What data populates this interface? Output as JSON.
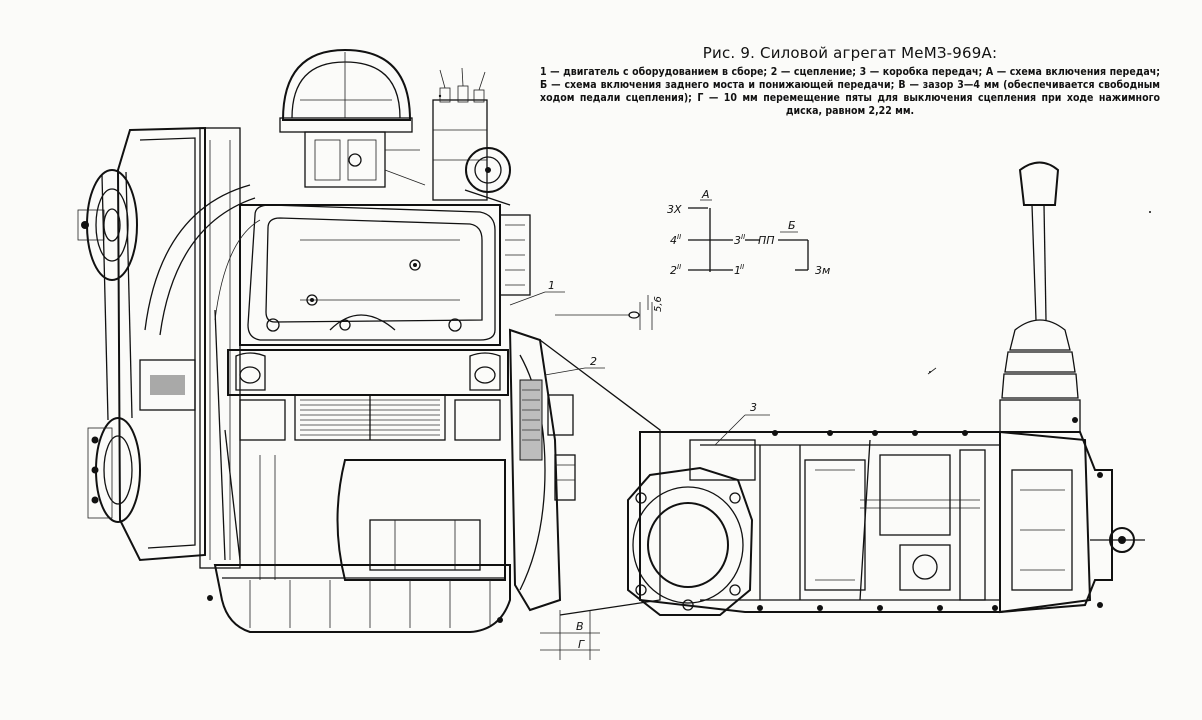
{
  "caption": {
    "title": "Рис. 9. Силовой агрегат МеМЗ-969А:",
    "text": "1 — двигатель с оборудованием в сборе; 2 — сцепление; 3 — коробка передач; А — схема включения передач; Б — схема включения заднего моста и понижающей передачи; В — зазор 3—4 мм (обеспечивается свободным ходом педали сцепления); Г — 10 мм перемещение пяты для выключения сцепления при ходе нажимного диска, равном 2,22 мм."
  },
  "callouts": {
    "engine": "1",
    "clutch": "2",
    "gearbox": "3",
    "gap": "В",
    "travel": "Г",
    "dimension": "5,6"
  },
  "shift_scheme_a": {
    "label": "А",
    "reverse": "3Х",
    "fourth": "4",
    "second": "2",
    "third": "3",
    "first": "1",
    "superscript": "II"
  },
  "shift_scheme_b": {
    "label": "Б",
    "low": "ПП",
    "rear_axle": "3м"
  }
}
